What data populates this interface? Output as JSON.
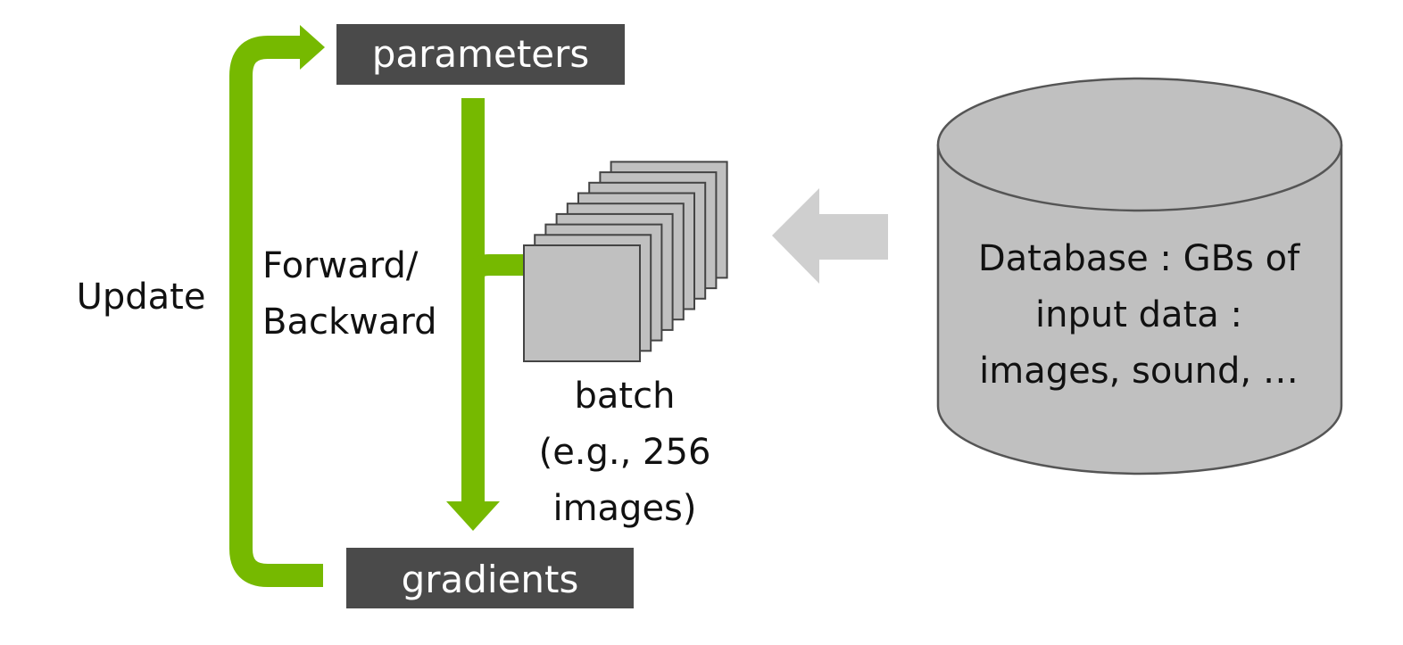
{
  "colors": {
    "arrow_green": "#76b900",
    "box_dark": "#4a4a4a",
    "shape_gray": "#c0c0c0",
    "outline_gray": "#555555",
    "input_arrow_gray": "#cfcfcf"
  },
  "nodes": {
    "parameters": "parameters",
    "gradients": "gradients"
  },
  "labels": {
    "update": "Update",
    "forward_backward": [
      "Forward/",
      "Backward"
    ],
    "batch": [
      "batch",
      "(e.g., 256",
      "images)"
    ]
  },
  "database": {
    "lines": [
      "Database : GBs of",
      "input data :",
      "images, sound, …"
    ]
  }
}
